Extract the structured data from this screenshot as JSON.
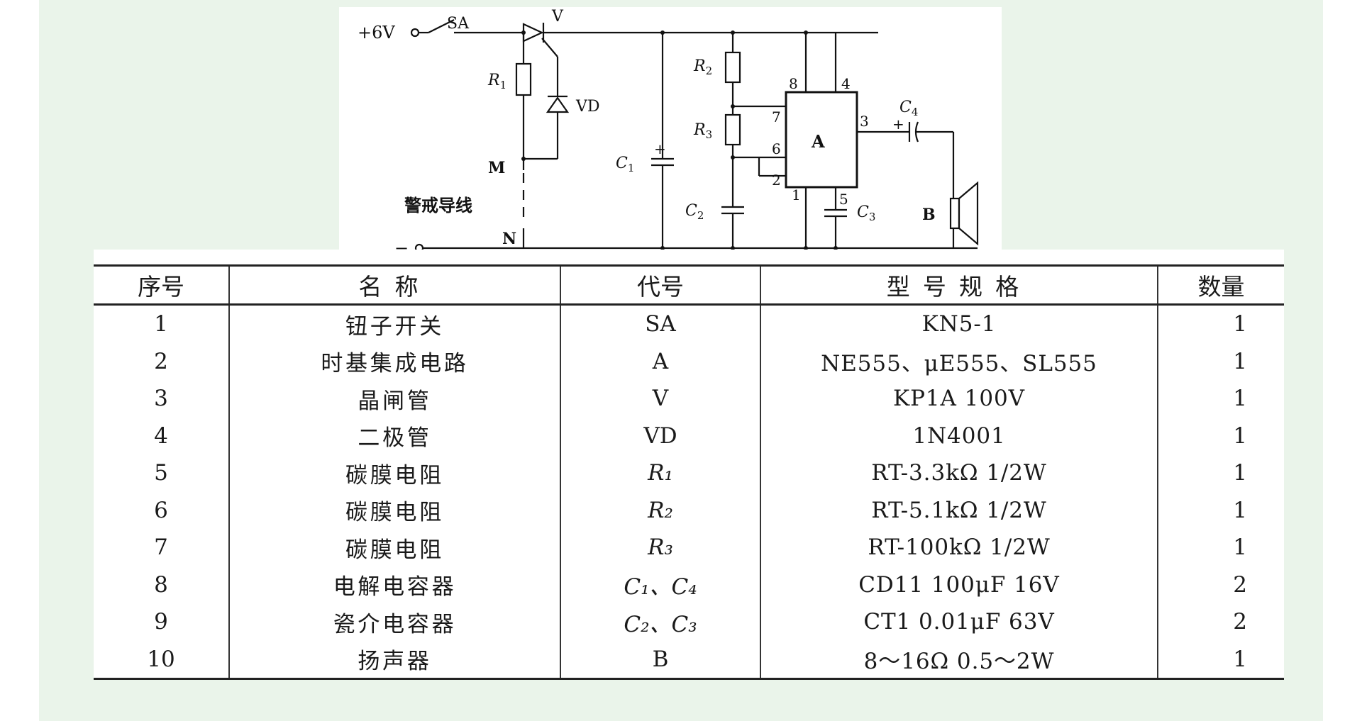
{
  "schematic": {
    "labels": {
      "supply_pos": "+6V",
      "switch": "SA",
      "thyristor": "V",
      "diode": "VD",
      "node_m": "M",
      "node_n": "N",
      "alert_wire": "警戒导线",
      "supply_neg": "−",
      "r1_letter": "R",
      "r1_sub": "1",
      "r2_letter": "R",
      "r2_sub": "2",
      "r3_letter": "R",
      "r3_sub": "3",
      "c1_letter": "C",
      "c1_sub": "1",
      "c2_letter": "C",
      "c2_sub": "2",
      "c3_letter": "C",
      "c3_sub": "3",
      "c4_letter": "C",
      "c4_sub": "4",
      "ic": "A",
      "speaker": "B",
      "pin1": "1",
      "pin2": "2",
      "pin3": "3",
      "pin4": "4",
      "pin6": "6",
      "pin7": "7",
      "pin8": "8",
      "polarity_plus": "+"
    }
  },
  "table": {
    "headers": {
      "index": "序号",
      "name": "名称",
      "code": "代号",
      "spec": "型号规格",
      "qty": "数量"
    },
    "rows": [
      {
        "index": "1",
        "name": "钮子开关",
        "code": "SA",
        "spec": "KN5-1",
        "qty": "1"
      },
      {
        "index": "2",
        "name": "时基集成电路",
        "code": "A",
        "spec": "NE555、μE555、SL555",
        "qty": "1"
      },
      {
        "index": "3",
        "name": "晶闸管",
        "code": "V",
        "spec": "KP1A   100V",
        "qty": "1"
      },
      {
        "index": "4",
        "name": "二极管",
        "code": "VD",
        "spec": "1N4001",
        "qty": "1"
      },
      {
        "index": "5",
        "name": "碳膜电阻",
        "code": "R₁",
        "spec": "RT-3.3kΩ   1/2W",
        "qty": "1"
      },
      {
        "index": "6",
        "name": "碳膜电阻",
        "code": "R₂",
        "spec": "RT-5.1kΩ   1/2W",
        "qty": "1"
      },
      {
        "index": "7",
        "name": "碳膜电阻",
        "code": "R₃",
        "spec": "RT-100kΩ   1/2W",
        "qty": "1"
      },
      {
        "index": "8",
        "name": "电解电容器",
        "code": "C₁、C₄",
        "spec": "CD11   100μF   16V",
        "qty": "2"
      },
      {
        "index": "9",
        "name": "瓷介电容器",
        "code": "C₂、C₃",
        "spec": "CT1   0.01μF   63V",
        "qty": "2"
      },
      {
        "index": "10",
        "name": "扬声器",
        "code": "B",
        "spec": "8～16Ω   0.5～2W",
        "qty": "1"
      }
    ]
  }
}
